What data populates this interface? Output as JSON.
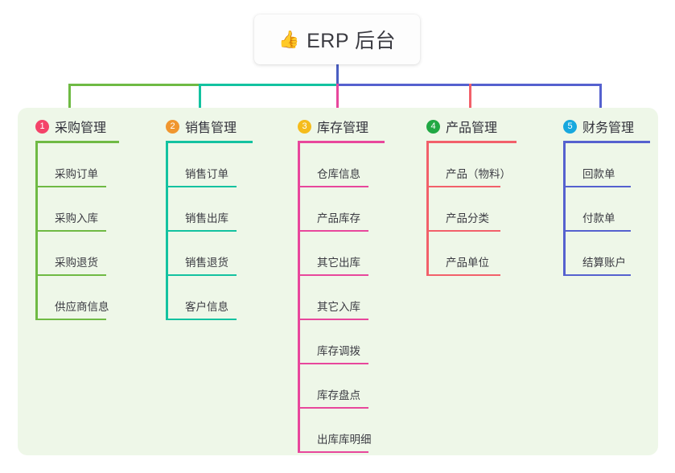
{
  "root": {
    "icon": "thumbs-up-icon",
    "icon_glyph": "👍",
    "title": "ERP 后台"
  },
  "colors": {
    "panel_bg": "#eef7e8",
    "page_bg": "#ffffff",
    "trunk": "#4a5ec2",
    "branch_left": "#6fba44",
    "branch_teal": "#13c2a0",
    "branch_right": "#5561cf",
    "drop_green": "#6fba44",
    "drop_teal": "#13c2a0",
    "drop_pink": "#e8479c",
    "drop_red": "#f2606a",
    "drop_blue": "#5561cf"
  },
  "columns": [
    {
      "number": "1",
      "title": "采购管理",
      "badge_color": "#f44369",
      "rule_color": "#6fba44",
      "items": [
        "采购订单",
        "采购入库",
        "采购退货",
        "供应商信息"
      ]
    },
    {
      "number": "2",
      "title": "销售管理",
      "badge_color": "#f0962f",
      "rule_color": "#13c2a0",
      "items": [
        "销售订单",
        "销售出库",
        "销售退货",
        "客户信息"
      ]
    },
    {
      "number": "3",
      "title": "库存管理",
      "badge_color": "#f5bc1c",
      "rule_color": "#e8479c",
      "items": [
        "仓库信息",
        "产品库存",
        "其它出库",
        "其它入库",
        "库存调拨",
        "库存盘点",
        "出库库明细"
      ]
    },
    {
      "number": "4",
      "title": "产品管理",
      "badge_color": "#21a844",
      "rule_color": "#f2606a",
      "items": [
        "产品（物料）",
        "产品分类",
        "产品单位"
      ]
    },
    {
      "number": "5",
      "title": "财务管理",
      "badge_color": "#17a8de",
      "rule_color": "#5561cf",
      "items": [
        "回款单",
        "付款单",
        "结算账户"
      ]
    }
  ]
}
